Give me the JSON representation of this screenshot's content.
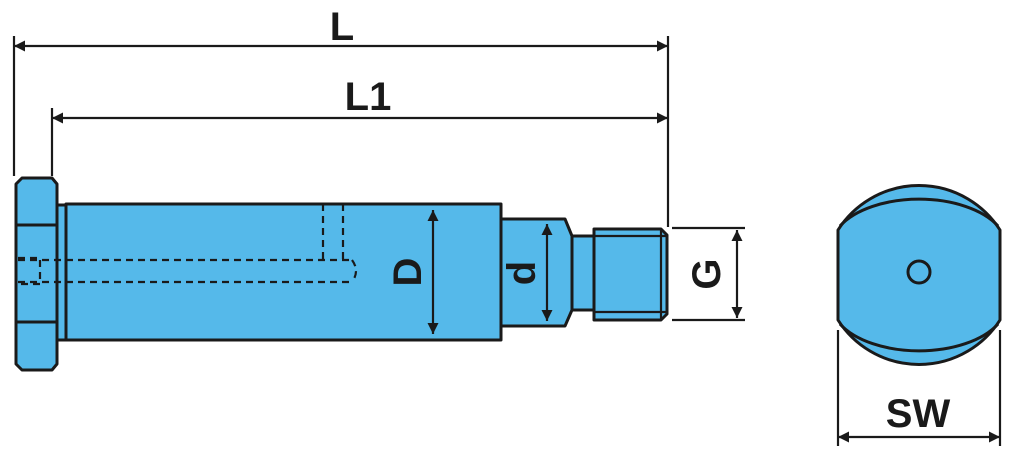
{
  "colors": {
    "part_fill": "#55b9ea",
    "line": "#1a1a1a",
    "background": "#ffffff"
  },
  "labels": {
    "length_total": "L",
    "length_body": "L1",
    "diameter_main": "D",
    "diameter_neck": "d",
    "thread": "G",
    "width_across_flats": "SW"
  }
}
